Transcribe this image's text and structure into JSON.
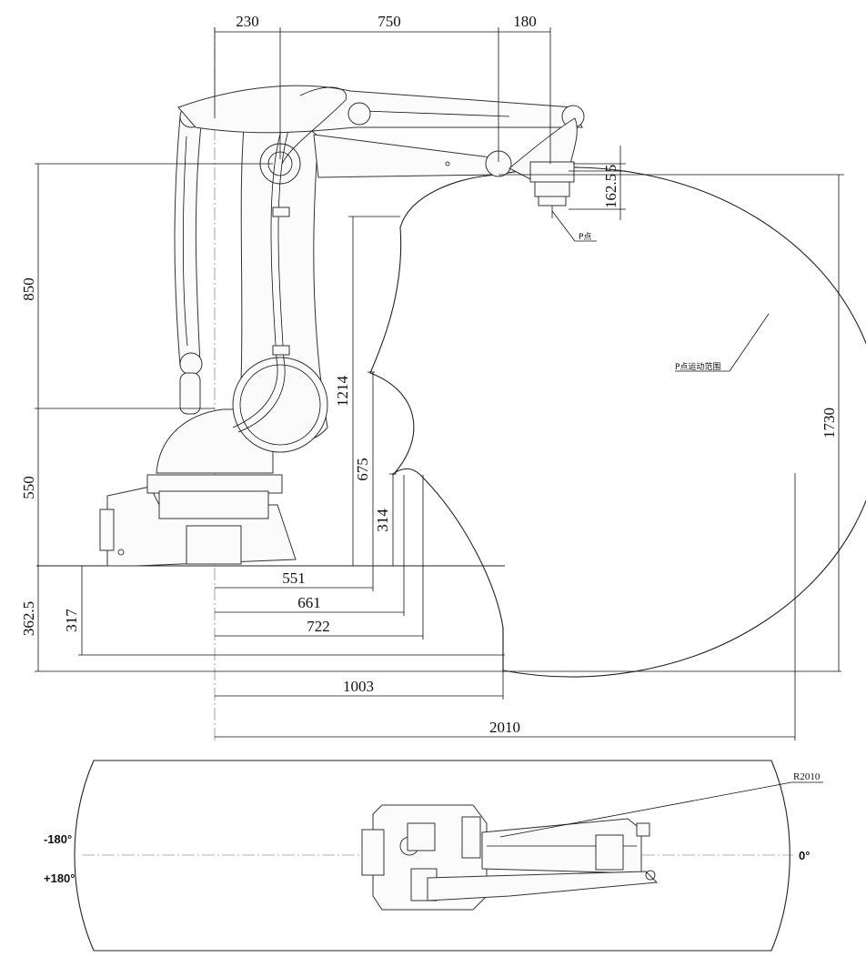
{
  "side_view": {
    "top_dims": [
      "230",
      "750",
      "180"
    ],
    "left_dims": [
      "850",
      "550",
      "362.5",
      "317"
    ],
    "vertical_dims": [
      "1214",
      "675",
      "314",
      "162.5",
      "5",
      "1730"
    ],
    "horizontal_dims": [
      "551",
      "661",
      "722",
      "1003",
      "2010"
    ],
    "labels": {
      "p_point": "P点",
      "p_range": "P点运动范围"
    }
  },
  "top_view": {
    "angle_neg": "-180°",
    "angle_pos": "+180°",
    "angle_zero": "0°",
    "radius": "R2010"
  }
}
